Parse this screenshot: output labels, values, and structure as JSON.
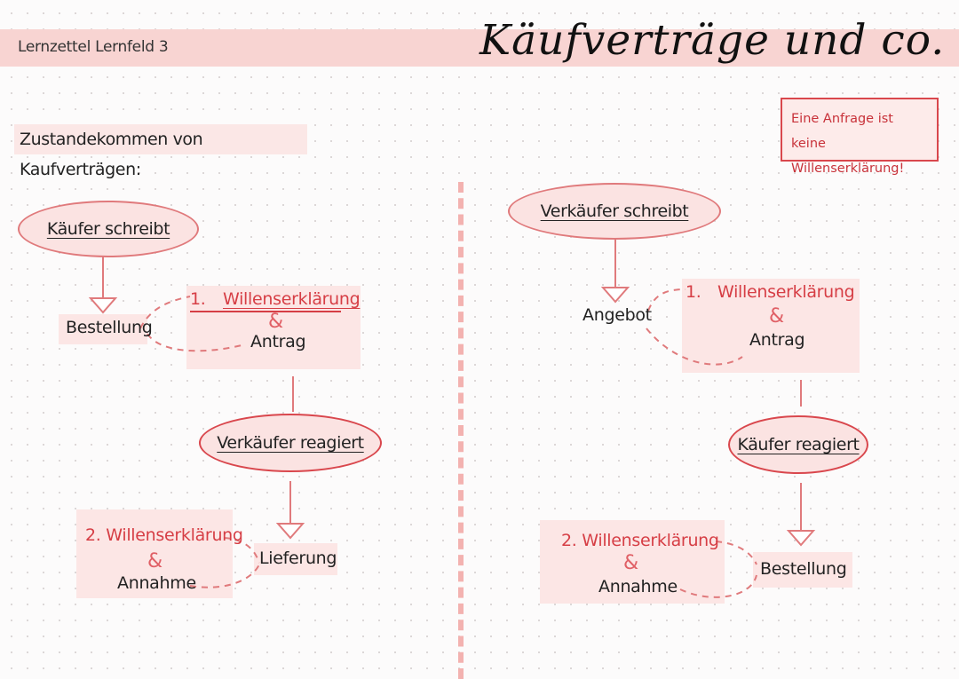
{
  "header": {
    "label": "Lernzettel Lernfeld 3",
    "title": "Käufverträge und co."
  },
  "note": {
    "line1": "Eine Anfrage ist keine",
    "line2": "Willenserklärung!"
  },
  "section": {
    "title": "Zustandekommen von Kaufverträgen:"
  },
  "left_flow": {
    "start": "Käufer schreibt",
    "step1_object": "Bestellung",
    "step1_number": "1.",
    "step1_declaration": "Willenserklärung",
    "step1_amp": "&",
    "step1_type": "Antrag",
    "reaction": "Verkäufer reagiert",
    "step2_object": "Lieferung",
    "step2_declaration": "2. Willenserklärung",
    "step2_amp": "&",
    "step2_type": "Annahme"
  },
  "right_flow": {
    "start": "Verkäufer schreibt",
    "step1_object": "Angebot",
    "step1_number": "1.",
    "step1_declaration": "Willenserklärung",
    "step1_amp": "&",
    "step1_type": "Antrag",
    "reaction": "Käufer reagiert",
    "step2_object": "Bestellung",
    "step2_declaration": "2. Willenserklärung",
    "step2_amp": "&",
    "step2_type": "Annahme"
  },
  "colors": {
    "accent_red": "#d63e45",
    "line_pink": "#e07a7c",
    "fill_pink": "#fbe3e2",
    "header_band": "#f8d4d2"
  }
}
